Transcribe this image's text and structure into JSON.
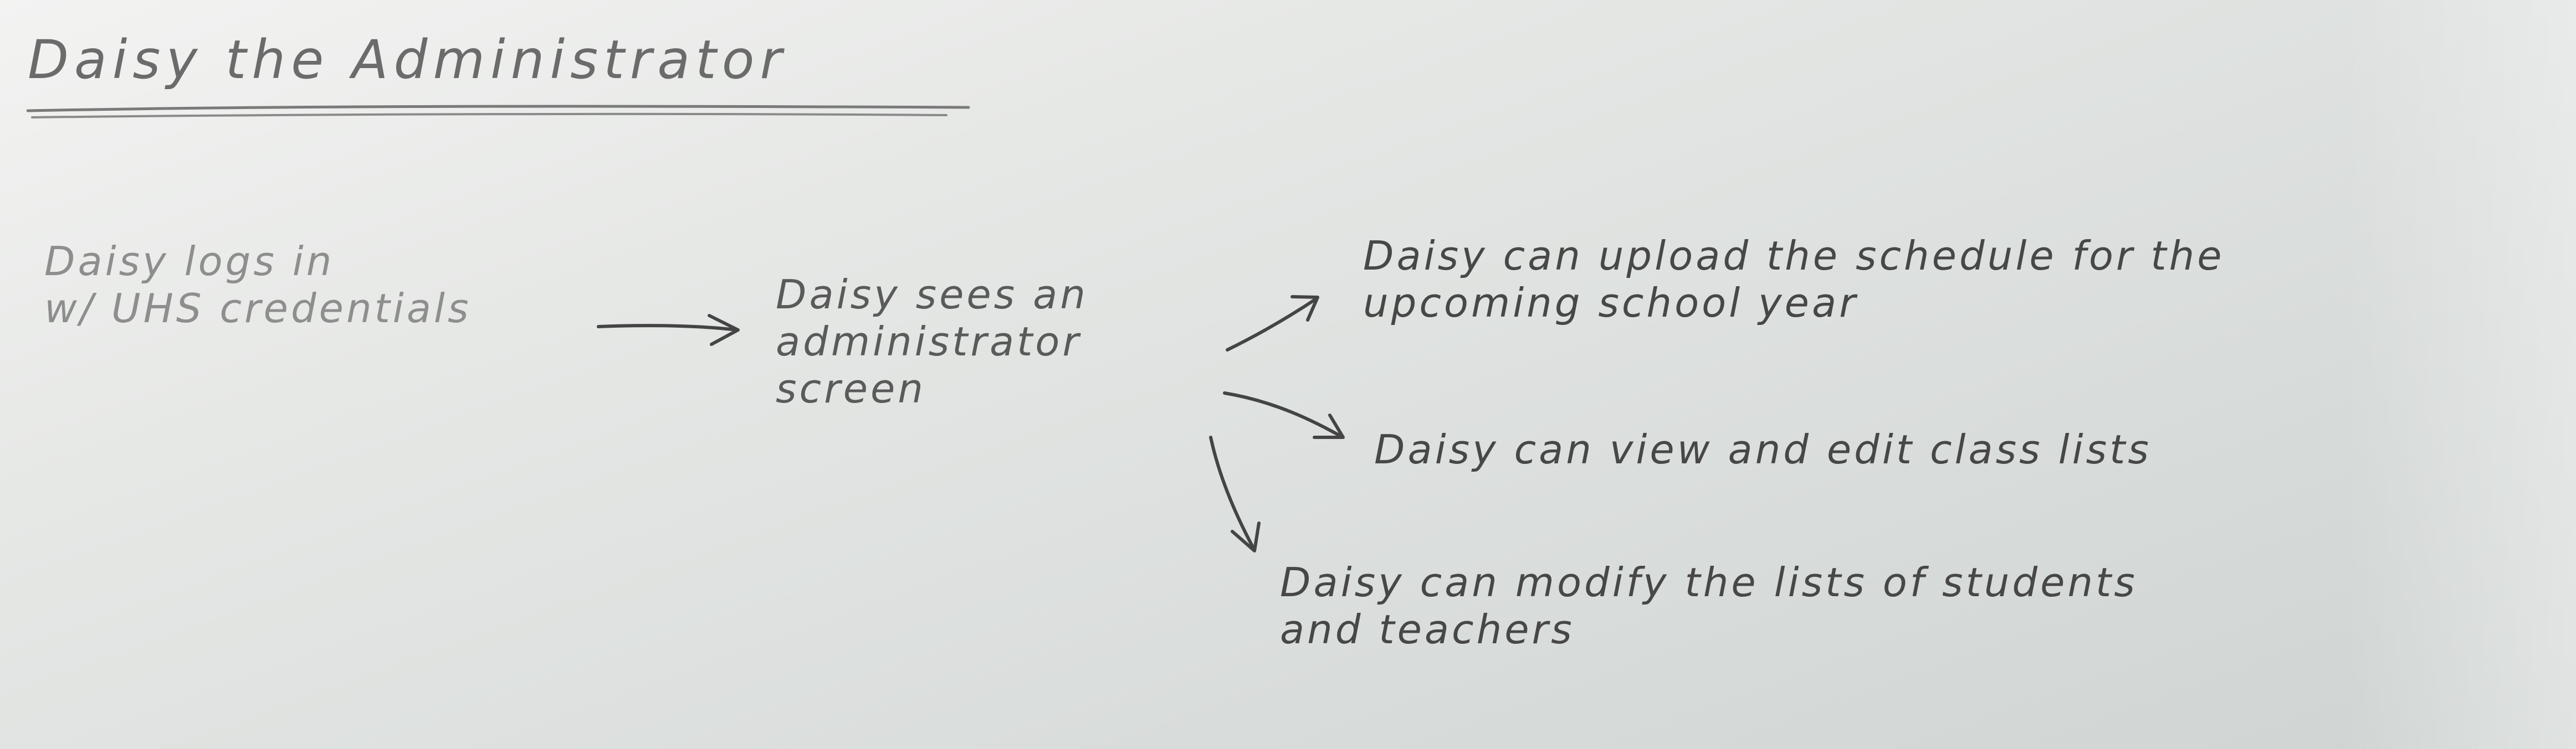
{
  "title": "Daisy the Administrator",
  "nodes": {
    "login": {
      "lines": [
        "Daisy logs in",
        "w/ UHS credentials"
      ]
    },
    "admin_screen": {
      "lines": [
        "Daisy sees an",
        "administrator",
        "screen"
      ]
    },
    "upload_schedule": {
      "lines": [
        "Daisy can upload the schedule for the",
        "upcoming school year"
      ]
    },
    "view_edit": {
      "lines": [
        "Daisy can view and edit class lists"
      ]
    },
    "modify_lists": {
      "lines": [
        "Daisy can modify the lists of students",
        "and teachers"
      ]
    }
  },
  "edges": [
    {
      "from": "login",
      "to": "admin_screen"
    },
    {
      "from": "admin_screen",
      "to": "upload_schedule"
    },
    {
      "from": "admin_screen",
      "to": "view_edit"
    },
    {
      "from": "admin_screen",
      "to": "modify_lists"
    }
  ],
  "colors": {
    "ink": "#4c4c4c",
    "faded_ink": "#8e8e8e",
    "paper": "#dde0de"
  }
}
